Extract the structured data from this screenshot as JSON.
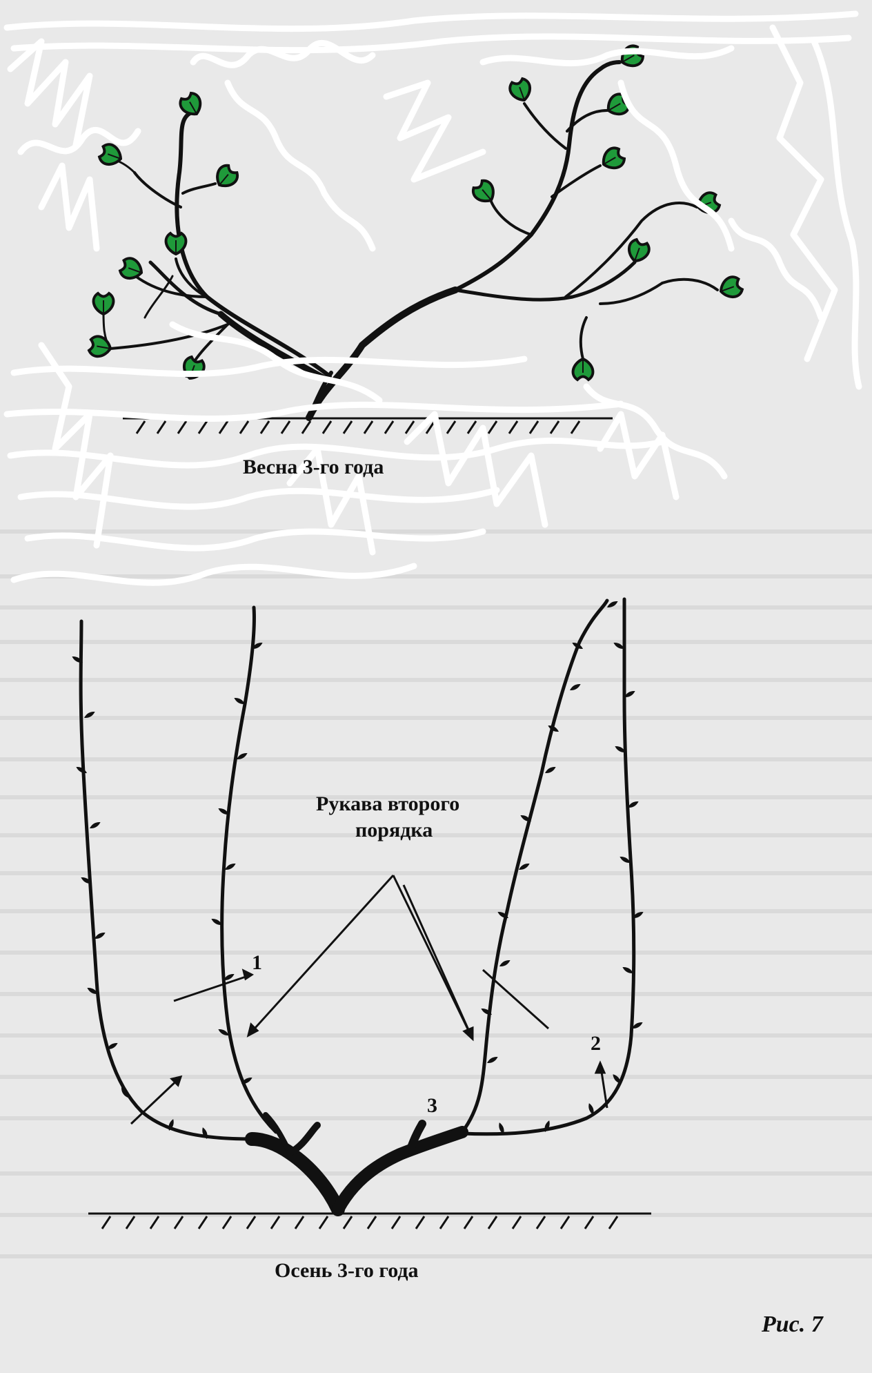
{
  "figure": {
    "spring_caption": "Весна 3-го года",
    "autumn_caption": "Осень 3-го года",
    "branches_label_line1": "Рукава второго",
    "branches_label_line2": "порядка",
    "figure_number": "Рис. 7",
    "marker_1": "1",
    "marker_2": "2",
    "marker_3": "3"
  },
  "colors": {
    "paper": "#e9e9e9",
    "ink": "#111111",
    "leaf_fill": "#1f9a3a",
    "scribble": "#ffffff"
  }
}
